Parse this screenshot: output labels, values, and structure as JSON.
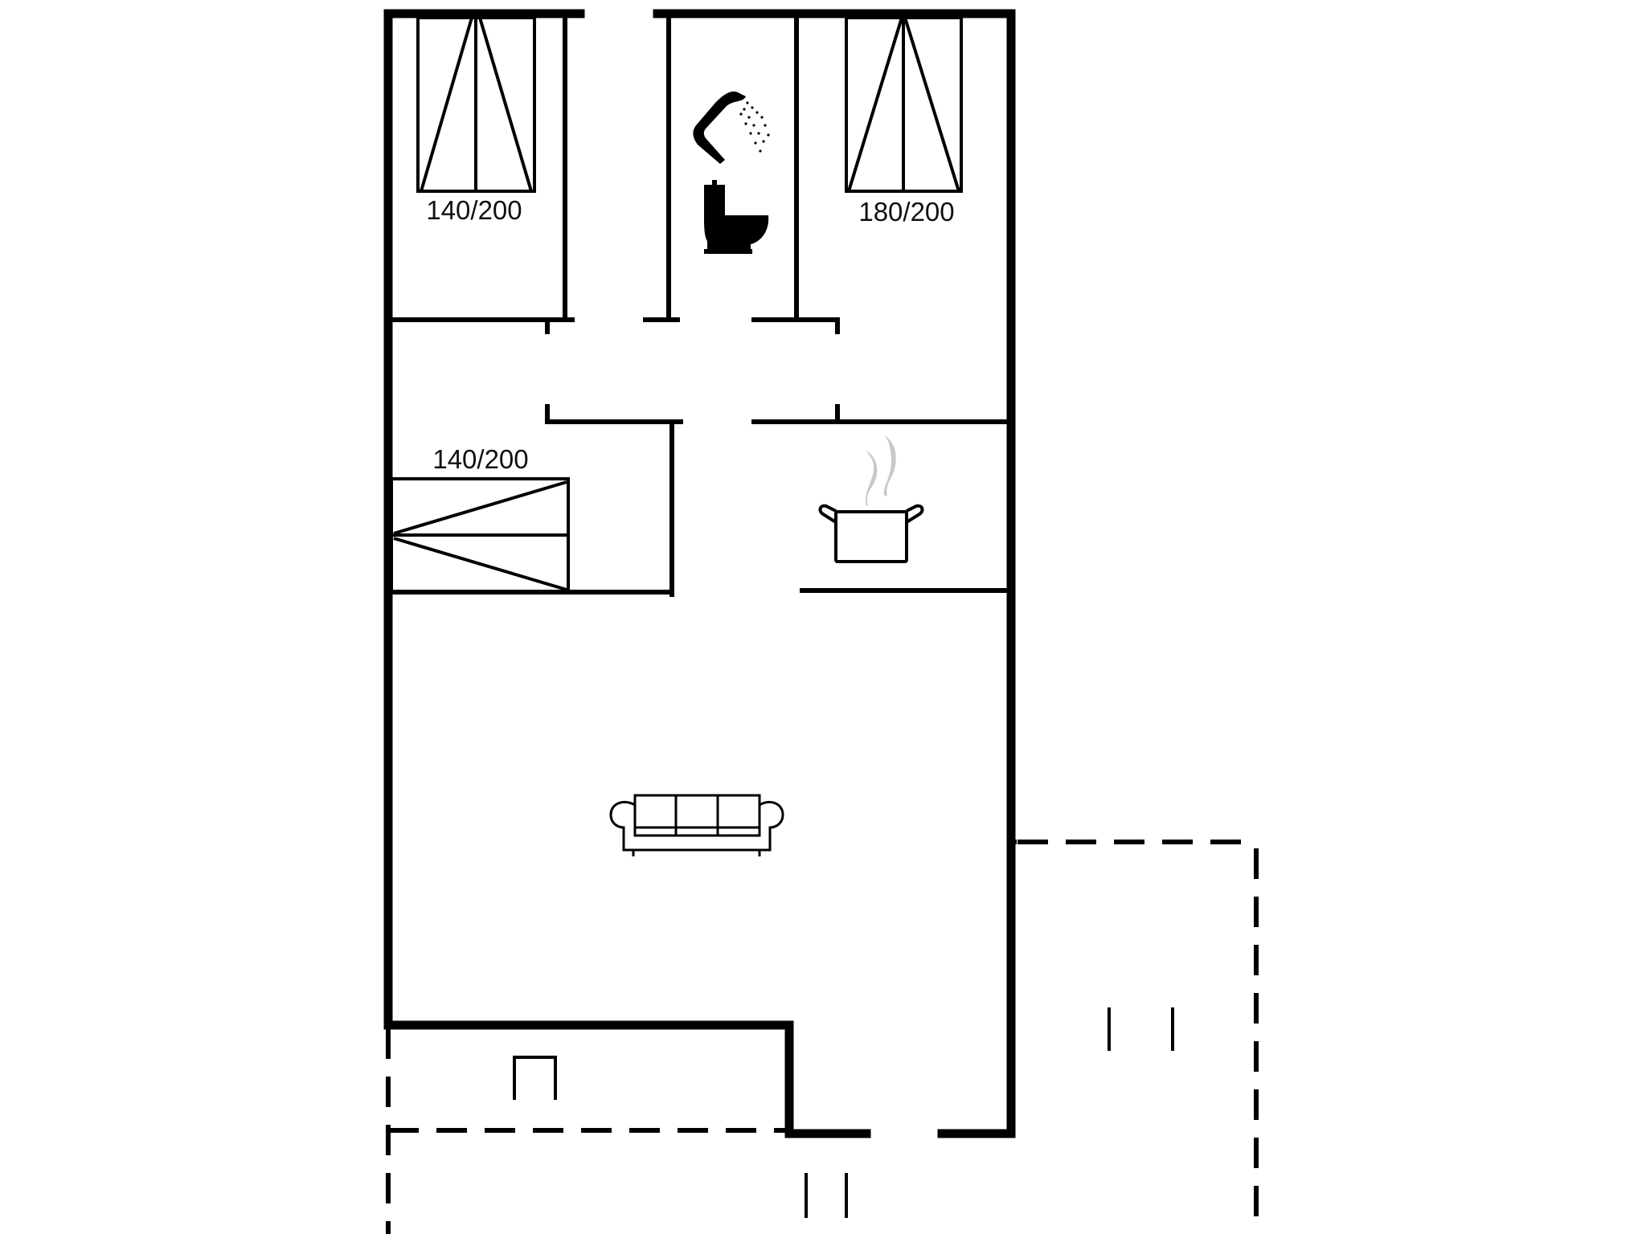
{
  "plan": {
    "type": "floor-plan",
    "colors": {
      "wall": "#000000",
      "steam": "#c8c8c8",
      "background": "#ffffff"
    },
    "rooms": [
      {
        "name": "bedroom-1",
        "bed_label": "140/200",
        "icon": "double-bed-icon"
      },
      {
        "name": "bathroom",
        "icons": [
          "shower-icon",
          "toilet-icon"
        ]
      },
      {
        "name": "bedroom-2",
        "bed_label": "180/200",
        "icon": "double-bed-icon"
      },
      {
        "name": "bedroom-3",
        "bed_label": "140/200",
        "icon": "double-bed-icon"
      },
      {
        "name": "kitchen",
        "icon": "cooking-pot-icon"
      },
      {
        "name": "living-room",
        "icon": "sofa-icon"
      },
      {
        "name": "fireplace-nook",
        "icon": "fireplace-icon"
      },
      {
        "name": "terrace",
        "style": "dashed"
      }
    ],
    "labels": {
      "bed1": "140/200",
      "bed2": "180/200",
      "bed3": "140/200"
    }
  }
}
